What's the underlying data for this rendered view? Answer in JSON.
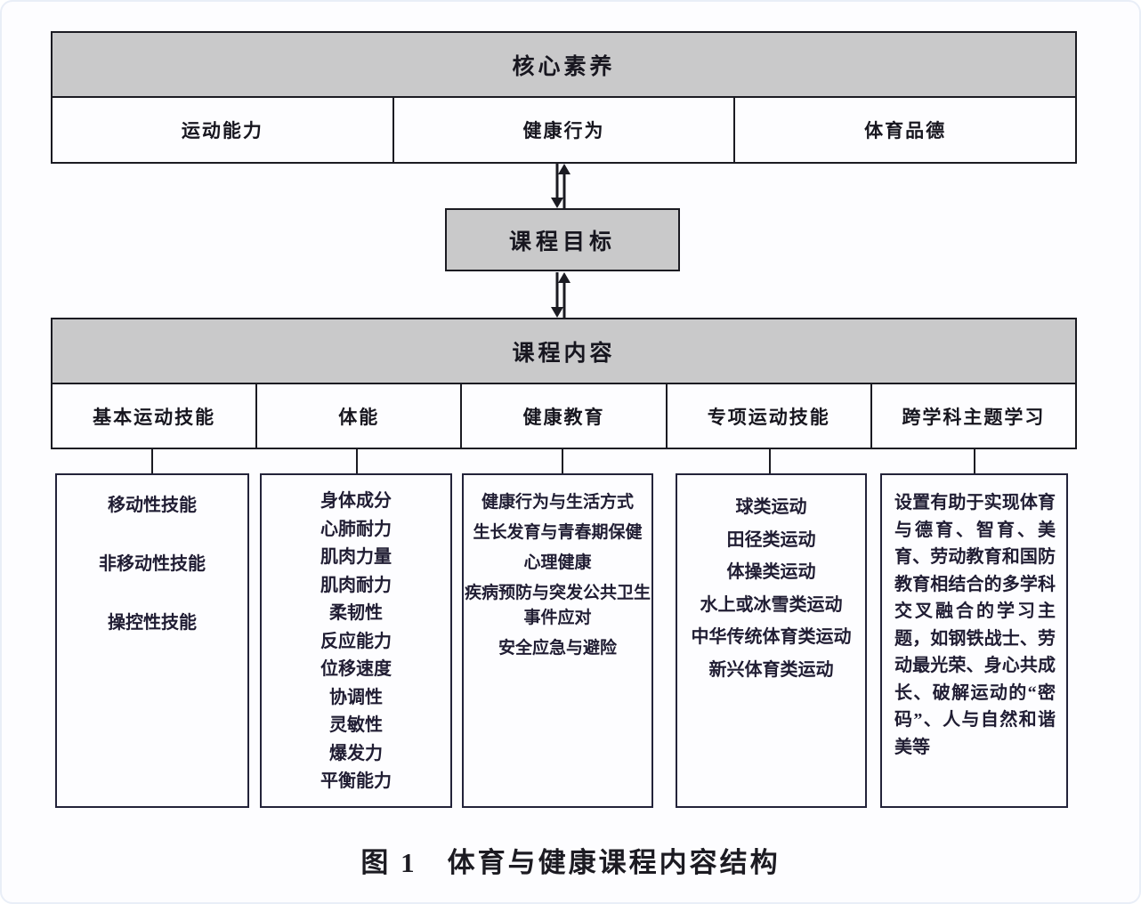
{
  "diagram": {
    "core_competencies": {
      "title": "核心素养",
      "items": [
        "运动能力",
        "健康行为",
        "体育品德"
      ]
    },
    "course_goals": {
      "title": "课程目标"
    },
    "course_content": {
      "title": "课程内容",
      "columns": [
        {
          "label": "基本运动技能",
          "details": [
            "移动性技能",
            "非移动性技能",
            "操控性技能"
          ]
        },
        {
          "label": "体能",
          "details": [
            "身体成分",
            "心肺耐力",
            "肌肉力量",
            "肌肉耐力",
            "柔韧性",
            "反应能力",
            "位移速度",
            "协调性",
            "灵敏性",
            "爆发力",
            "平衡能力"
          ]
        },
        {
          "label": "健康教育",
          "details": [
            "健康行为与生活方式",
            "生长发育与青春期保健",
            "心理健康",
            "疾病预防与突发公共卫生事件应对",
            "安全应急与避险"
          ]
        },
        {
          "label": "专项运动技能",
          "details": [
            "球类运动",
            "田径类运动",
            "体操类运动",
            "水上或冰雪类运动",
            "中华传统体育类运动",
            "新兴体育类运动"
          ]
        },
        {
          "label": "跨学科主题学习",
          "details": [
            "设置有助于实现体育与德育、智育、美育、劳动教育和国防教育相结合的多学科交叉融合的学习主题，如钢铁战士、劳动最光荣、身心共成长、破解运动的“密码”、人与自然和谐美等"
          ]
        }
      ]
    },
    "caption": "图 1　体育与健康课程内容结构",
    "colors": {
      "header_fill": "#c9c9ca",
      "border": "#1b1b22",
      "detail_text": "#201d33",
      "background": "#fdfdff"
    }
  }
}
